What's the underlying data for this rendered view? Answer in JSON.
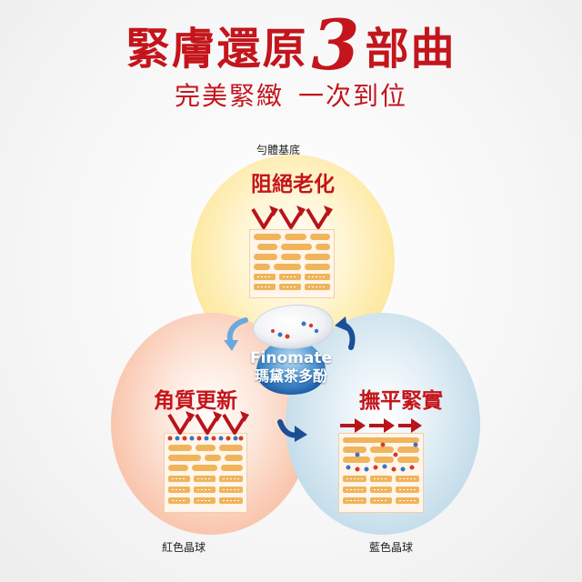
{
  "title": {
    "text": "緊膚還原",
    "number": "3",
    "suffix": "部曲"
  },
  "subtitle": {
    "part1": "完美緊緻",
    "part2": "一次到位"
  },
  "labels": {
    "top_small": "勻體基底",
    "left_small": "紅色晶球",
    "right_small": "藍色晶球"
  },
  "steps": {
    "top": "阻絕老化",
    "left": "角質更新",
    "right": "撫平緊實"
  },
  "center": {
    "brand_en": "Finomate",
    "brand_zh": "瑪黛茶多酚"
  },
  "colors": {
    "accent_red": "#c4151c",
    "yellow": "#f8dc82",
    "peach": "#f3ad90",
    "blue": "#afcfe0",
    "cell_orange": "#f0b45a",
    "arrow_blue": "#1c4e96",
    "arrow_light_blue": "#6aa9dd"
  }
}
